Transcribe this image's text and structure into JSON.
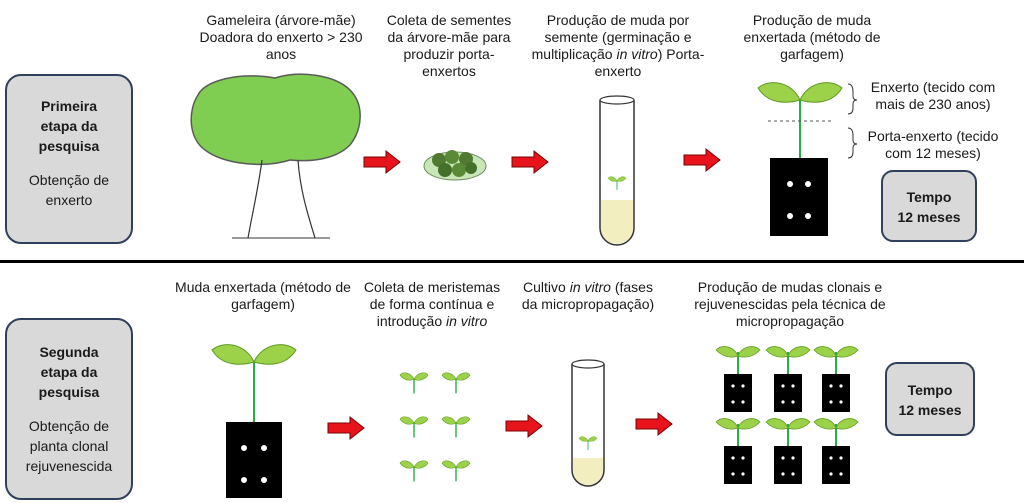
{
  "stage1": {
    "title": "Primeira etapa da pesquisa",
    "subtitle": "Obtenção de enxerto",
    "time_title": "Tempo",
    "time_value": "12 meses",
    "steps": [
      {
        "text": "Gameleira (árvore-mãe) Doadora do enxerto > 230 anos"
      },
      {
        "text": "Coleta de sementes da árvore-mãe para produzir porta-enxertos"
      },
      {
        "text_before": "Produção de muda por semente (germinação e multiplicação ",
        "text_italic": "in vitro",
        "text_after": ") Porta-enxerto"
      },
      {
        "text": "Produção de muda enxertada (método de garfagem)"
      }
    ],
    "annotations": {
      "scion": "Enxerto (tecido com mais de 230 anos)",
      "rootstock": "Porta-enxerto (tecido com 12 meses)"
    }
  },
  "stage2": {
    "title": "Segunda etapa da pesquisa",
    "subtitle": "Obtenção de planta clonal rejuvenescida",
    "time_title": "Tempo",
    "time_value": "12 meses",
    "steps": [
      {
        "text": "Muda enxertada (método de garfagem)"
      },
      {
        "text_before": "Coleta de meristemas de forma contínua e introdução ",
        "text_italic": "in vitro",
        "text_after": ""
      },
      {
        "text_before": "Cultivo ",
        "text_italic": "in vitro",
        "text_after": " (fases da micropropagação)"
      },
      {
        "text": "Produção de mudas clonais e rejuvenescidas pela técnica de micropropagação"
      }
    ]
  },
  "colors": {
    "arrow": "#e8141b",
    "tree_crown": "#7fcd51",
    "seed": "#4f7a2f",
    "leaf": "#9bd24a",
    "stem": "#27b04a",
    "box_fill": "#d9d9d9",
    "box_border": "#2f3f5c"
  }
}
